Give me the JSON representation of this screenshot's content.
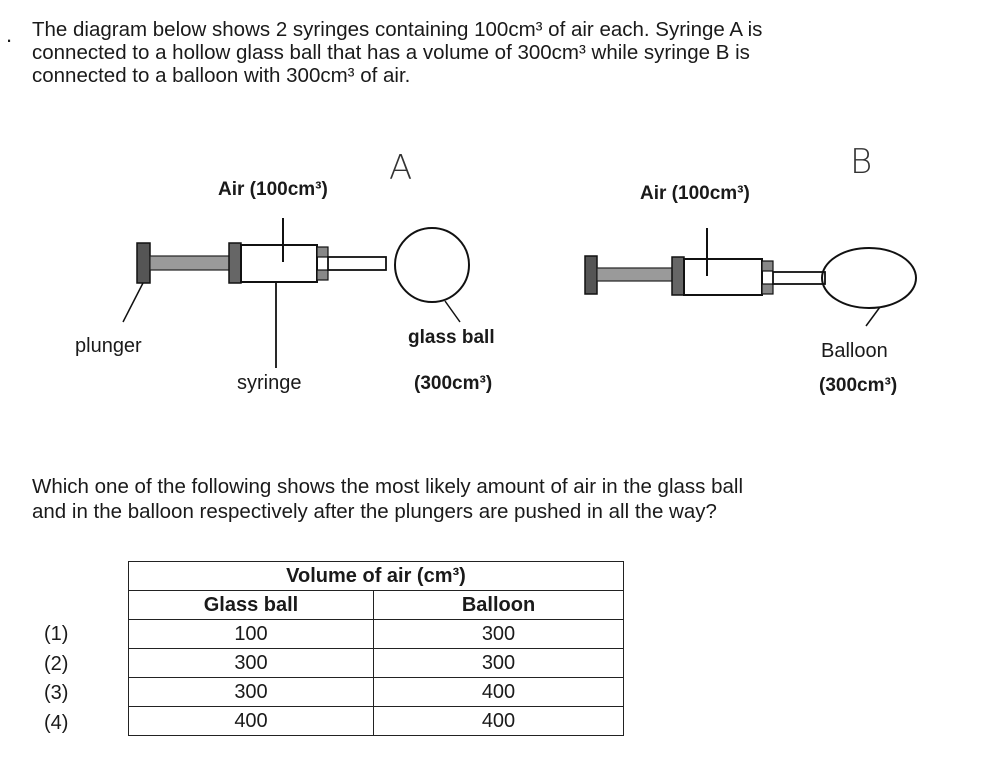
{
  "question": {
    "number": ".",
    "intro_lines": [
      "The diagram below shows 2 syringes containing 100cm³ of air each. Syringe A is",
      "connected to a hollow glass ball that has a volume of 300cm³ while syringe B is",
      "connected to a balloon with 300cm³ of air."
    ],
    "prompt_lines": [
      "Which one of the following shows the most likely amount of air in the glass ball",
      "and in the balloon respectively after the plungers are pushed in all the way?"
    ]
  },
  "diagram": {
    "syringe_a": {
      "letter": "A",
      "air_label": "Air (100cm³)",
      "plunger_label": "plunger",
      "syringe_label": "syringe",
      "ball_label": "glass ball",
      "ball_volume": "(300cm³)"
    },
    "syringe_b": {
      "letter": "B",
      "air_label": "Air (100cm³)",
      "balloon_label": "Balloon",
      "balloon_volume": "(300cm³)"
    }
  },
  "options_table": {
    "title": "Volume of air (cm³)",
    "headers": [
      "Glass ball",
      "Balloon"
    ],
    "rows": [
      {
        "label": "(1)",
        "glass_ball": "100",
        "balloon": "300"
      },
      {
        "label": "(2)",
        "glass_ball": "300",
        "balloon": "300"
      },
      {
        "label": "(3)",
        "glass_ball": "300",
        "balloon": "400"
      },
      {
        "label": "(4)",
        "glass_ball": "400",
        "balloon": "400"
      }
    ]
  }
}
